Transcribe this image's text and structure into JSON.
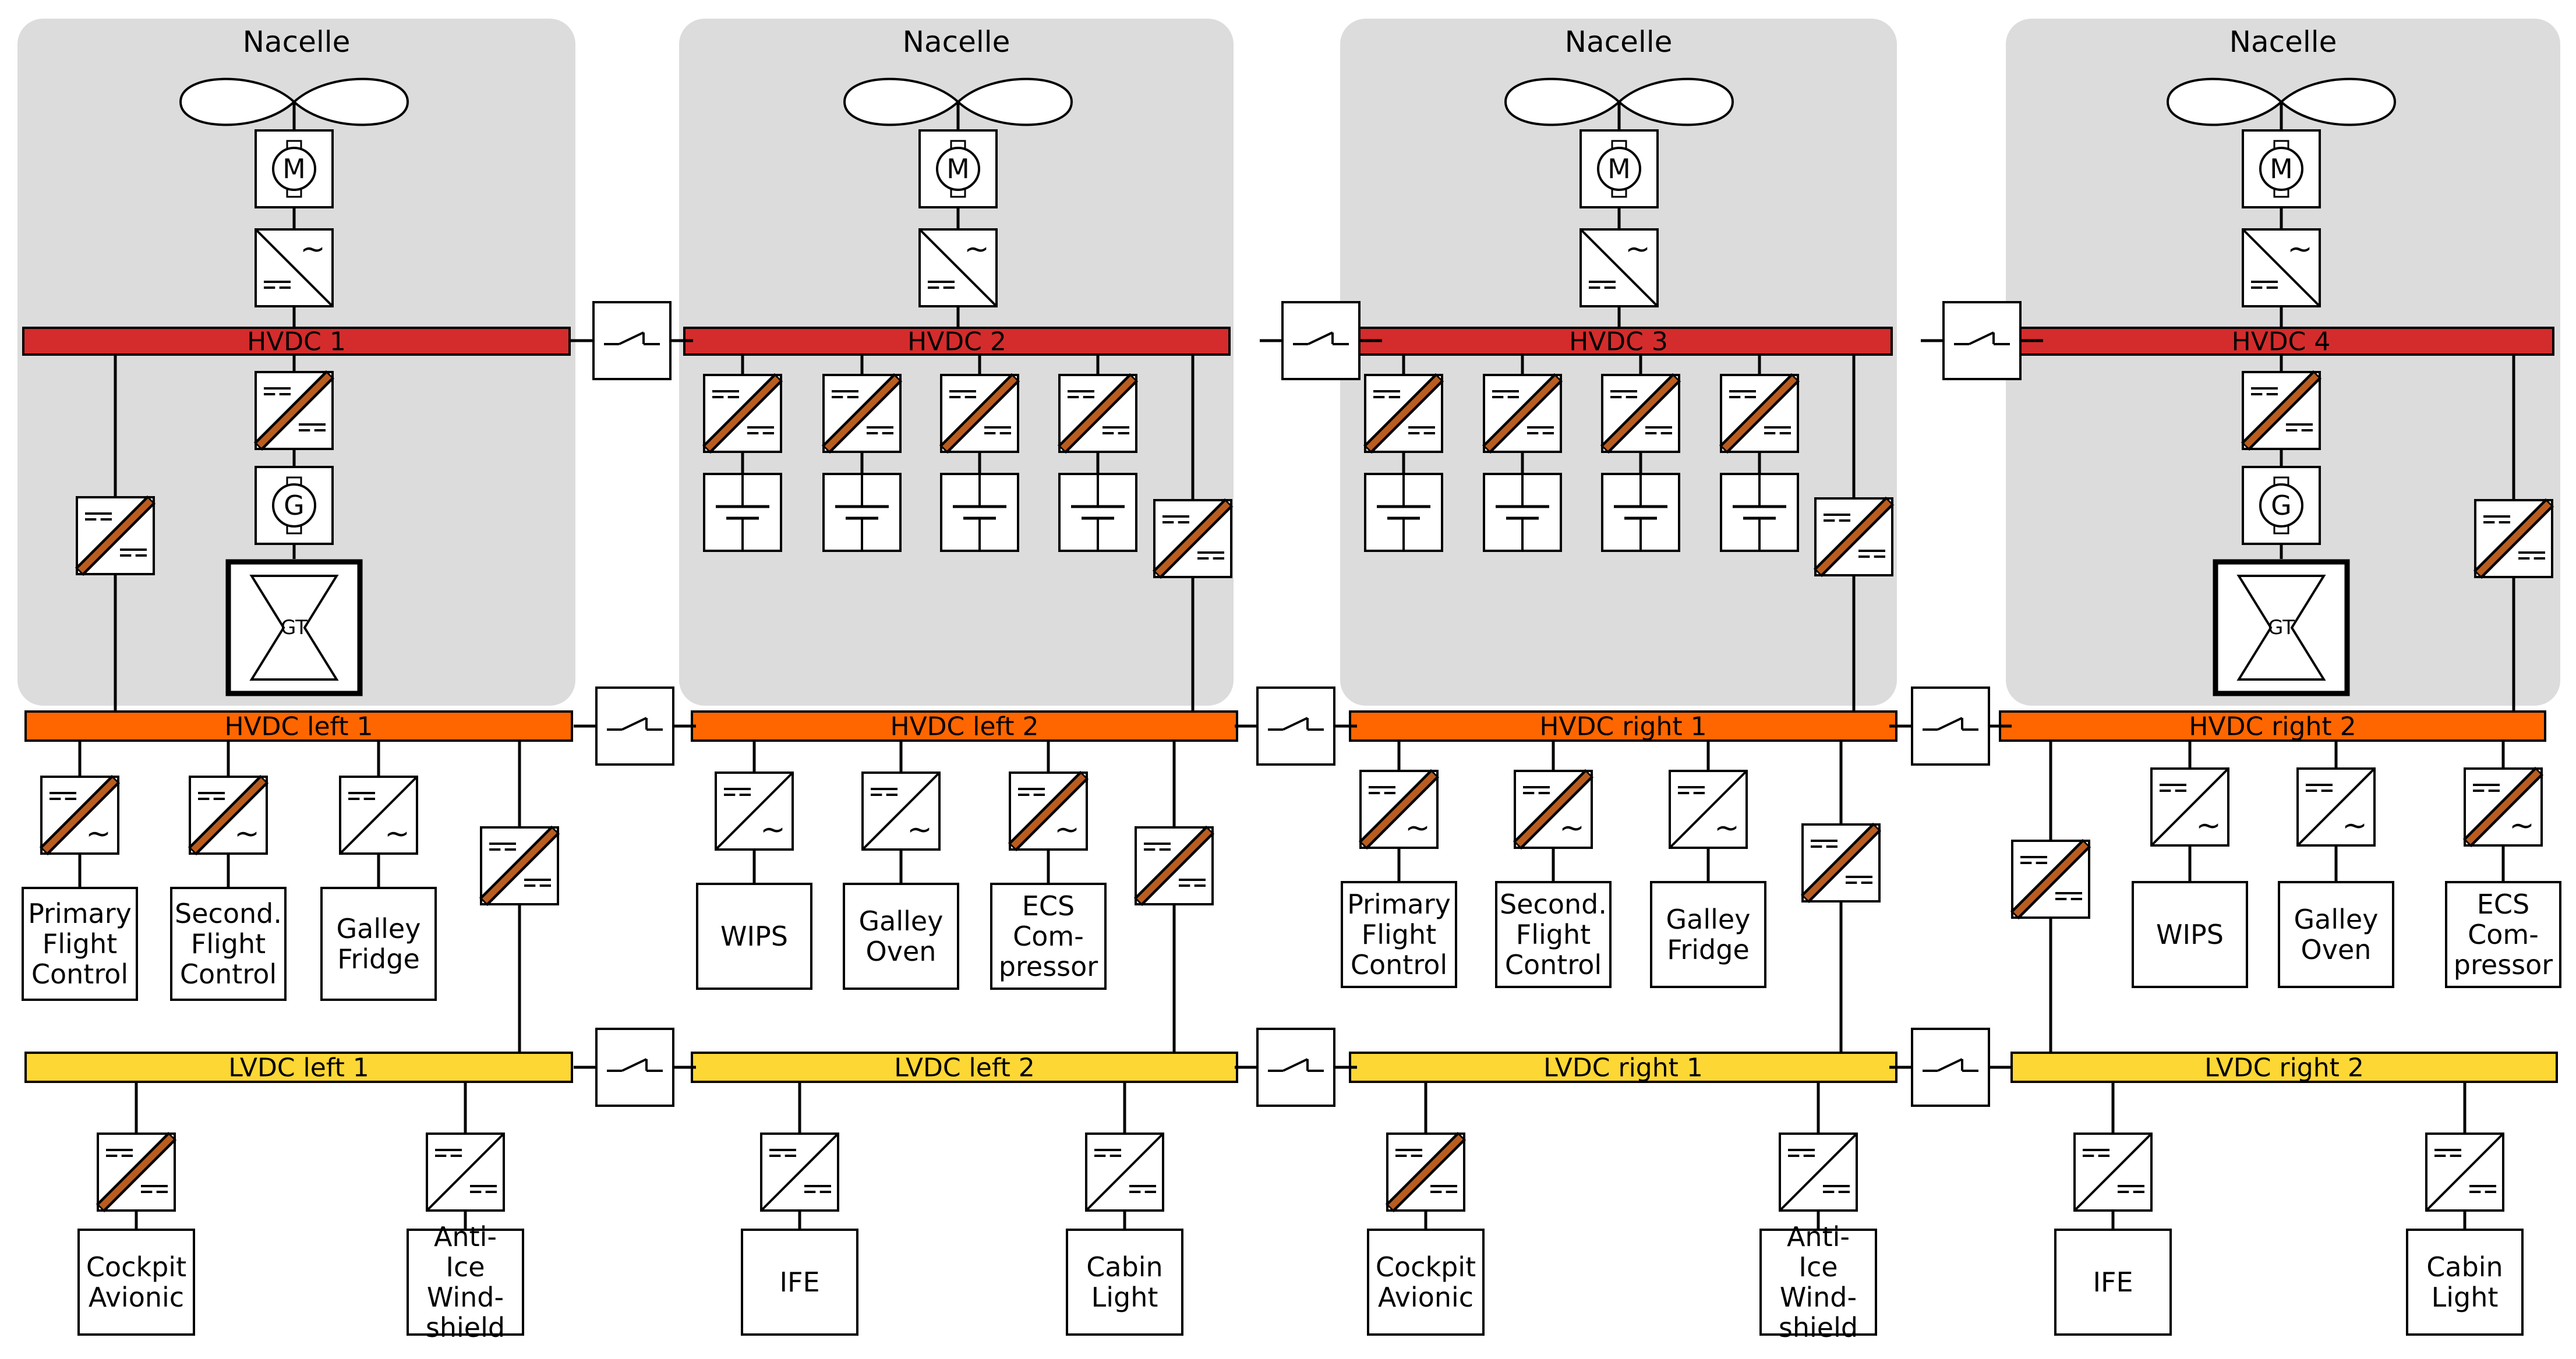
{
  "colors": {
    "nacelle_bg": "#dcdcdc",
    "hvdc_main": "#d42c2c",
    "hvdc_side": "#ff6600",
    "lvdc": "#fdd835",
    "converter_accent": "#b85c1f",
    "converter_bg": "#ececec",
    "line": "#000000"
  },
  "nacelle_label": "Nacelle",
  "buses": {
    "hvdc_main": [
      "HVDC 1",
      "HVDC 2",
      "HVDC 3",
      "HVDC 4"
    ],
    "hvdc_side": [
      "HVDC left 1",
      "HVDC left 2",
      "HVDC right 1",
      "HVDC right 2"
    ],
    "lvdc": [
      "LVDC left 1",
      "LVDC left 2",
      "LVDC right 1",
      "LVDC right 2"
    ]
  },
  "components": {
    "motor": "M",
    "generator": "G",
    "gas_turbine": "GT",
    "ac_symbol": "~"
  },
  "nacelles": [
    {
      "type": "generator"
    },
    {
      "type": "battery",
      "battery_count": 4
    },
    {
      "type": "battery",
      "battery_count": 4
    },
    {
      "type": "generator"
    }
  ],
  "hv_loads": [
    [
      "Primary\nFlight\nControl",
      "Second.\nFlight\nControl",
      "Galley\nFridge"
    ],
    [
      "WIPS",
      "Galley\nOven",
      "ECS\nCom-\npressor"
    ],
    [
      "Primary\nFlight\nControl",
      "Second.\nFlight\nControl",
      "Galley\nFridge"
    ],
    [
      "WIPS",
      "Galley\nOven",
      "ECS\nCom-\npressor"
    ]
  ],
  "lv_loads": [
    [
      "Cockpit\nAvionic",
      "Anti-\nIce\nWind-\nshield"
    ],
    [
      "IFE",
      "Cabin\nLight"
    ],
    [
      "Cockpit\nAvionic",
      "Anti-\nIce\nWind-\nshield"
    ],
    [
      "IFE",
      "Cabin\nLight"
    ]
  ]
}
